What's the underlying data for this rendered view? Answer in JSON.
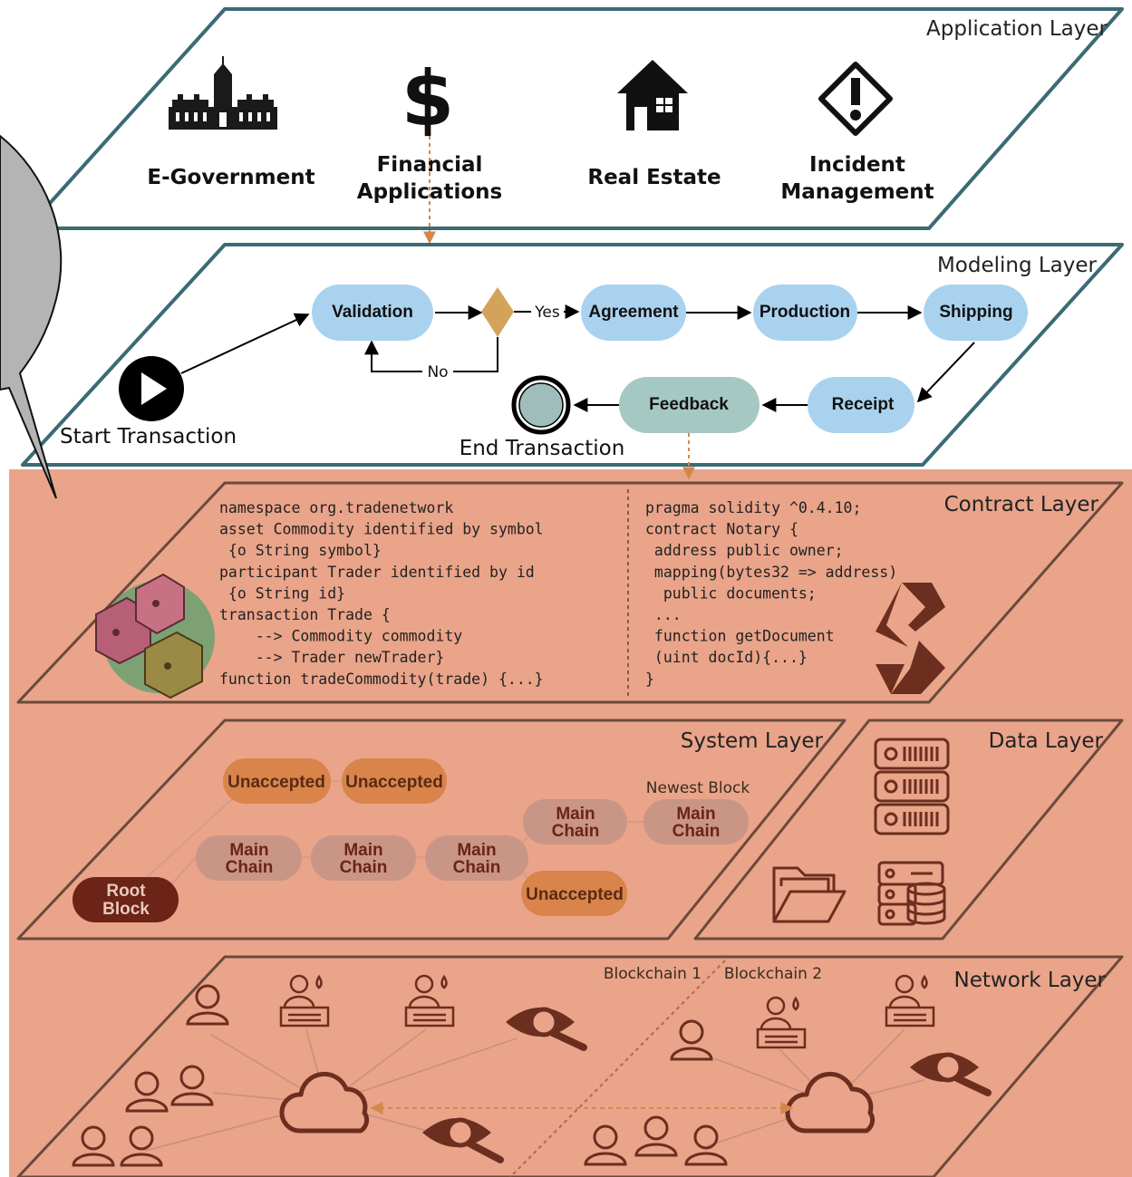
{
  "colors": {
    "salmon": "#e9a48a",
    "layer_stroke": "#3b6b73",
    "pill_blue": "#a9d2ef",
    "pill_teal": "#a6c8c2",
    "diamond": "#d4a35a",
    "main_chain": "#c99586",
    "unaccepted": "#d8844a",
    "root_block": "#6b2417",
    "dark_brown": "#6b2e1f",
    "arrow_orange": "#d5874a"
  },
  "application_layer": {
    "title": "Application Layer",
    "items": [
      {
        "label_1": "E-Government",
        "label_2": "",
        "icon": "parliament-icon"
      },
      {
        "label_1": "Financial",
        "label_2": "Applications",
        "icon": "dollar-icon"
      },
      {
        "label_1": "Real Estate",
        "label_2": "",
        "icon": "house-icon"
      },
      {
        "label_1": "Incident",
        "label_2": "Management",
        "icon": "warning-icon"
      }
    ]
  },
  "modeling_layer": {
    "title": "Modeling Layer",
    "start_label": "Start Transaction",
    "end_label": "End Transaction",
    "validation": "Validation",
    "agreement": "Agreement",
    "production": "Production",
    "shipping": "Shipping",
    "receipt": "Receipt",
    "feedback": "Feedback",
    "yes": "Yes",
    "no": "No"
  },
  "contract_layer": {
    "title": "Contract Layer",
    "composer_code": [
      "namespace org.tradenetwork",
      "asset Commodity identified by symbol",
      " {o String symbol}",
      "participant Trader identified by id",
      " {o String id}",
      "transaction Trade {",
      "    --> Commodity commodity",
      "    --> Trader newTrader}",
      "function tradeCommodity(trade) {...}"
    ],
    "solidity_code": [
      "pragma solidity ^0.4.10;",
      "contract Notary {",
      " address public owner;",
      " mapping(bytes32 => address)",
      "  public documents;",
      " ...",
      " function getDocument",
      " (uint docId){...}",
      "}"
    ]
  },
  "system_layer": {
    "title": "System Layer",
    "root_block_1": "Root",
    "root_block_2": "Block",
    "main_1": "Main",
    "main_2": "Chain",
    "unaccepted": "Unaccepted",
    "newest_block": "Newest Block"
  },
  "data_layer": {
    "title": "Data Layer"
  },
  "network_layer": {
    "title": "Network Layer",
    "blockchain_1": "Blockchain 1",
    "blockchain_2": "Blockchain 2"
  }
}
